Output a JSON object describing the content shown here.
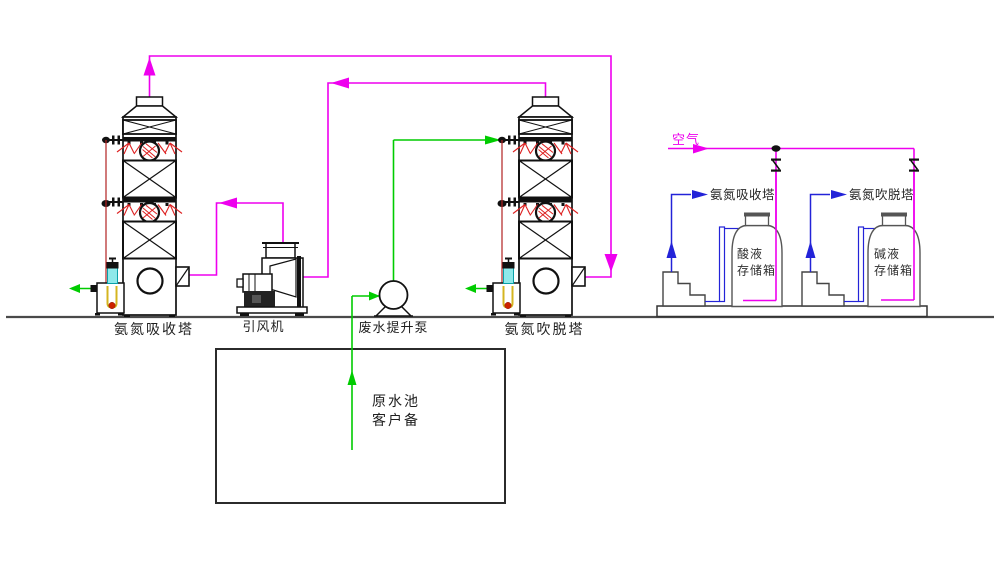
{
  "diagram": {
    "title": "ammonia-nitrogen stripping and absorption process flow diagram",
    "labels": {
      "absorption_tower": "氨氮吸收塔",
      "fan": "引风机",
      "pump": "废水提升泵",
      "stripping_tower": "氨氮吹脱塔",
      "air": "空气",
      "to_absorption_tower": "氨氮吸收塔",
      "to_stripping_tower": "氨氮吹脱塔"
    },
    "pool": {
      "line1": "原水池",
      "line2": "客户备"
    },
    "acid_tank": {
      "line1": "酸液",
      "line2": "存储箱"
    },
    "alkali_tank": {
      "line1": "碱液",
      "line2": "存储箱"
    },
    "colors": {
      "gas_line": "#ee00ee",
      "water_line": "#00cc00",
      "chemical_line": "#2323d8",
      "dosing_line": "#b22222",
      "spray_red": "#dd2020",
      "structure": "#1a1a1a",
      "ground": "#4a4a4a",
      "pump_cyan": "#8fe9ea",
      "gauge_yellow": "#d4b520"
    }
  }
}
